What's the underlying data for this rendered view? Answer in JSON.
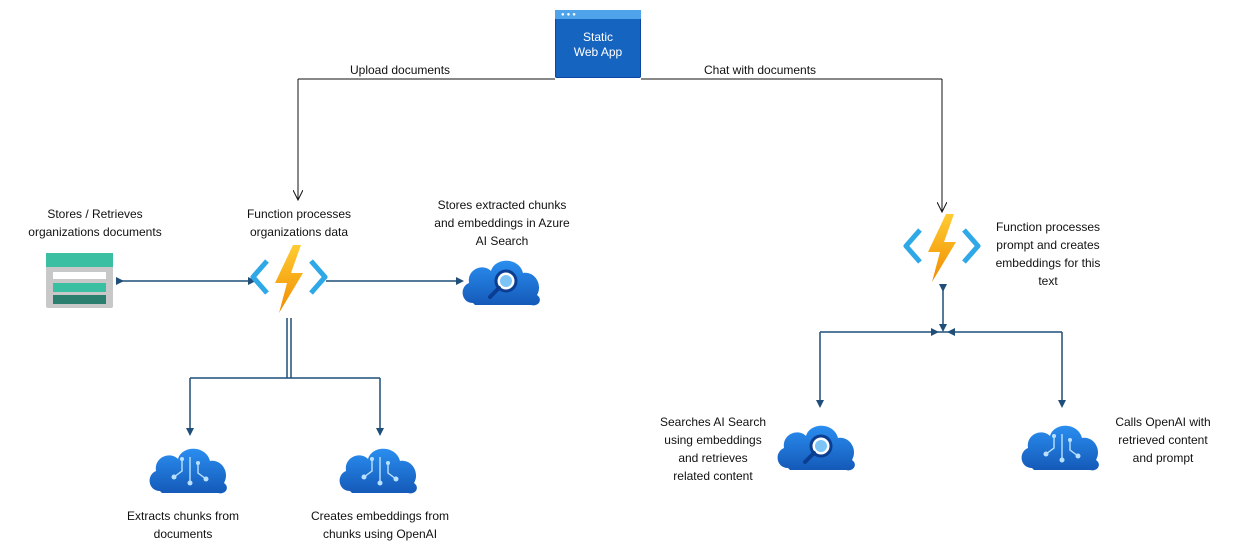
{
  "web_app": {
    "line1": "Static",
    "line2": "Web App"
  },
  "edges": {
    "upload": "Upload documents",
    "chat": "Chat with documents"
  },
  "left": {
    "storage_label": [
      "Stores / Retrieves",
      "organizations documents"
    ],
    "function_label": [
      "Function processes",
      "organizations data"
    ],
    "search_label": [
      "Stores extracted chunks",
      "and embeddings in Azure",
      "AI Search"
    ],
    "extract_label": [
      "Extracts chunks from",
      "documents"
    ],
    "embed_label": [
      "Creates embeddings from",
      "chunks using OpenAI"
    ]
  },
  "right": {
    "function_label": [
      "Function processes",
      "prompt and creates",
      "embeddings for this",
      "text"
    ],
    "search_label": [
      "Searches AI Search",
      "using embeddings",
      "and retrieves",
      "related content"
    ],
    "openai_label": [
      "Calls OpenAI with",
      "retrieved content",
      "and prompt"
    ]
  },
  "colors": {
    "connector": "#1f4e79",
    "cloud_dark": "#1565c0",
    "cloud_light": "#2196f3",
    "bolt": "#f5a623",
    "bracket": "#2ea8e6",
    "storage_green": "#3bbfa3",
    "storage_dark": "#2a7f6f"
  }
}
